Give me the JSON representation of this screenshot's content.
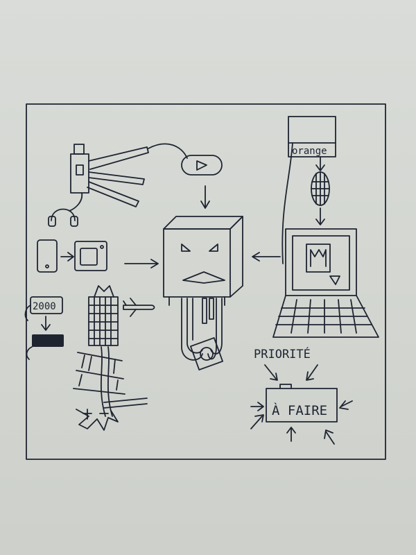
{
  "labels": {
    "orange": "orange",
    "counter": "2000",
    "priority": "PRIORITÉ",
    "todo": "À FAIRE"
  },
  "colors": {
    "ink": "#1e2430",
    "paper": "#d6d9d4"
  },
  "icons": [
    "security-camera-icon",
    "headphones-icon",
    "play-button-icon",
    "smartphone-icon",
    "tablet-icon",
    "robot-head-icon",
    "server-box-icon",
    "microphone-icon",
    "laptop-icon",
    "skyscraper-icon",
    "airplane-icon",
    "counter-display-icon",
    "battery-block-icon",
    "road-map-icon",
    "todo-folder-icon"
  ]
}
